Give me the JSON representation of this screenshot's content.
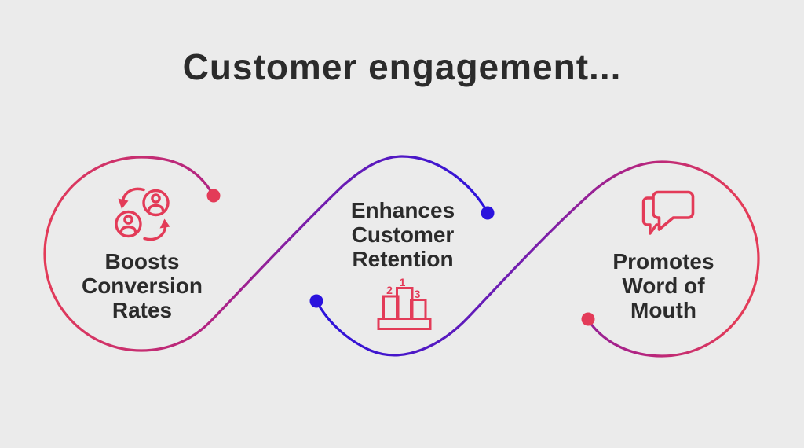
{
  "title": "Customer engagement...",
  "items": [
    {
      "id": "boosts-conversion-rates",
      "icon": "people-exchange-icon",
      "lines": [
        "Boosts",
        "Conversion",
        "Rates"
      ]
    },
    {
      "id": "enhances-customer-retention",
      "icon": "podium-chart-icon",
      "lines": [
        "Enhances",
        "Customer",
        "Retention"
      ],
      "podium_ranks": [
        "2",
        "1",
        "3"
      ]
    },
    {
      "id": "promotes-word-of-mouth",
      "icon": "chat-bubbles-icon",
      "lines": [
        "Promotes",
        "Word of",
        "Mouth"
      ]
    }
  ],
  "colors": {
    "background": "#ebebeb",
    "text": "#2b2b2b",
    "red": "#e33b58",
    "magenta": "#b02383",
    "purple": "#7c1fa8",
    "blue": "#2a12dd"
  }
}
